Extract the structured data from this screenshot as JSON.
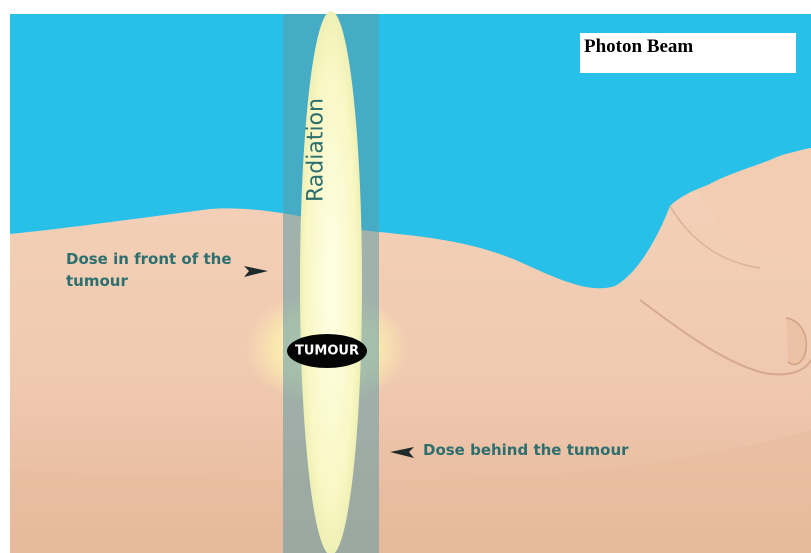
{
  "diagram": {
    "title": "Photon Beam",
    "beam_label": "Radiation",
    "tumour_label": "TUMOUR",
    "annotation_front": "Dose in front of the tumour",
    "annotation_behind": "Dose behind the tumour",
    "colors": {
      "sky": "#28bfe8",
      "skin": "#f1ccb1",
      "beam_core": "#fbfbc8",
      "beam_band": "#5f9aa5",
      "label_text": "#2d6f6e",
      "tumour": "#050505"
    }
  }
}
